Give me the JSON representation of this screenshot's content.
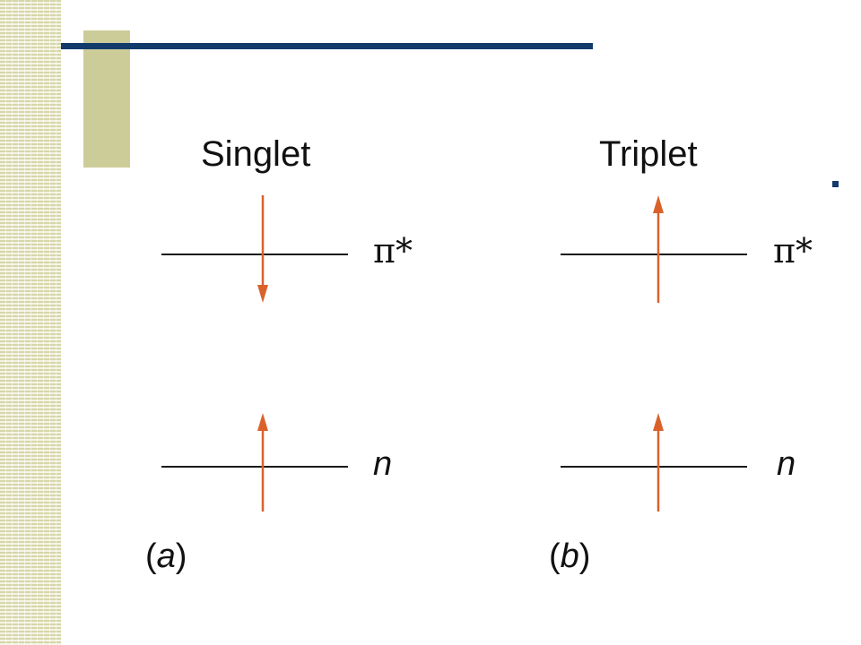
{
  "colors": {
    "accent_olive": "#cccc99",
    "navy": "#123a6b",
    "arrow": "#d9622b",
    "line": "#1a1a1a"
  },
  "diagram": {
    "panels": [
      {
        "title": "Singlet",
        "label_open": "(",
        "label_letter": "a",
        "label_close": ")",
        "upper_level": "π*",
        "lower_level": "n",
        "upper_spin": "down",
        "lower_spin": "up"
      },
      {
        "title": "Triplet",
        "label_open": "(",
        "label_letter": "b",
        "label_close": ")",
        "upper_level": "π*",
        "lower_level": "n",
        "upper_spin": "up",
        "lower_spin": "up"
      }
    ]
  }
}
